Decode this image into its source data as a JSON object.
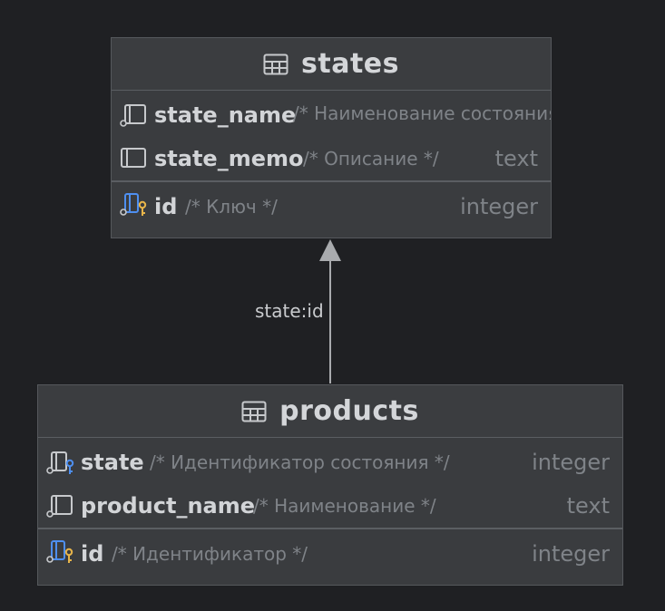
{
  "states": {
    "title": "states",
    "columns": [
      {
        "name": "state_name",
        "comment": "/* Наименование состояния */",
        "type": "",
        "icon": "column-icon"
      },
      {
        "name": "state_memo",
        "comment": "/* Описание */",
        "type": "text",
        "icon": "column-icon"
      }
    ],
    "pk_columns": [
      {
        "name": "id",
        "comment": "/* Ключ */",
        "type": "integer",
        "icon": "primary-key-column-icon"
      }
    ]
  },
  "products": {
    "title": "products",
    "columns": [
      {
        "name": "state",
        "comment": "/* Идентификатор состояния */",
        "type": "integer",
        "icon": "foreign-key-column-icon"
      },
      {
        "name": "product_name",
        "comment": "/* Наименование */",
        "type": "text",
        "icon": "column-icon"
      }
    ],
    "pk_columns": [
      {
        "name": "id",
        "comment": "/* Идентификатор */",
        "type": "integer",
        "icon": "primary-key-column-icon"
      }
    ]
  },
  "relation": {
    "label": "state:id"
  },
  "colors": {
    "background": "#1f2023",
    "table_fill": "#3a3c3f",
    "key_gold": "#e8b54a",
    "fk_blue": "#4e8ff0",
    "line": "#a9abae"
  }
}
